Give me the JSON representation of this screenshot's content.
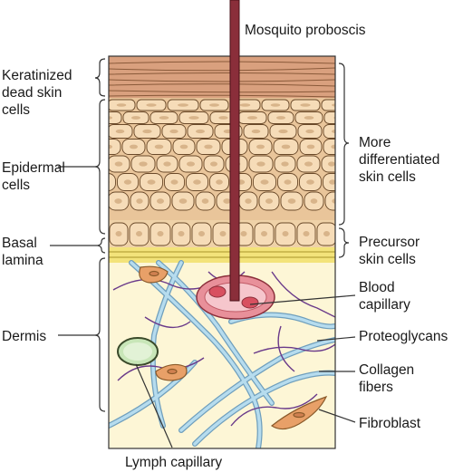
{
  "labels": {
    "mosquito_proboscis": "Mosquito proboscis",
    "keratinized_1": "Keratinized",
    "keratinized_2": "dead skin",
    "keratinized_3": "cells",
    "epidermal_1": "Epidermal",
    "epidermal_2": "cells",
    "basal_1": "Basal",
    "basal_2": "lamina",
    "dermis": "Dermis",
    "more_diff_1": "More",
    "more_diff_2": "differentiated",
    "more_diff_3": "skin cells",
    "precursor_1": "Precursor",
    "precursor_2": "skin cells",
    "blood_capillary_1": "Blood",
    "blood_capillary_2": "capillary",
    "proteoglycans": "Proteoglycans",
    "collagen_1": "Collagen",
    "collagen_2": "fibers",
    "fibroblast": "Fibroblast",
    "lymph_capillary": "Lymph capillary"
  },
  "colors": {
    "keratin": "#d9a07e",
    "epidermal_cell": "#f6dcb8",
    "cell_outline": "#6b4a2a",
    "basal_lamina": "#f3e37a",
    "dermis": "#fdf6d6",
    "collagen": "#9cc8e0",
    "proteoglycan": "#6a3a8a",
    "fibroblast": "#e8a068",
    "blood_capillary": "#e8909a",
    "proboscis": "#8a2e3a",
    "lymph": "#c8e6b8"
  }
}
